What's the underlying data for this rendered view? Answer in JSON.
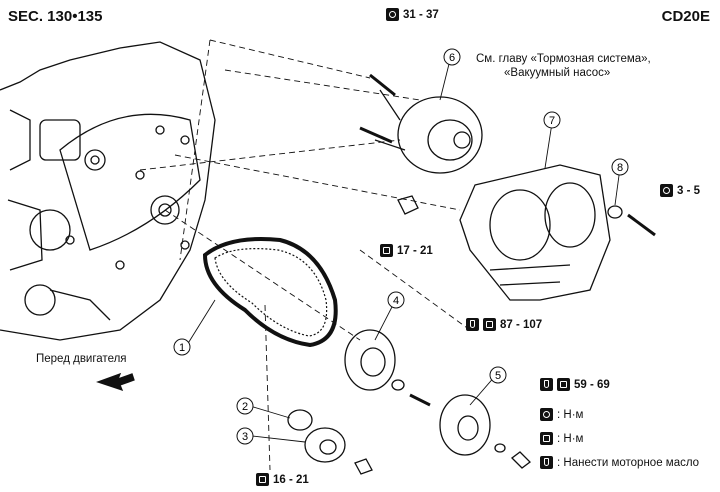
{
  "header": {
    "section": "SEC. 130•135",
    "engine_code": "CD20E"
  },
  "callouts": [
    "1",
    "2",
    "3",
    "4",
    "5",
    "6",
    "7",
    "8"
  ],
  "vacuum_note": {
    "line1": "См. главу «Тормозная система»,",
    "line2": "«Вакуумный насос»"
  },
  "front_label": "Перед двигателя",
  "torques": {
    "t_31_37": "31 - 37",
    "t_17_21": "17 - 21",
    "t_3_5": "3 - 5",
    "t_87_107": "87 - 107",
    "t_59_69": "59 - 69",
    "t_16_21": "16 - 21"
  },
  "legend": [
    {
      "icon": "torque-nm-icon",
      "text": ": Н·м"
    },
    {
      "icon": "torque-nm-alt-icon",
      "text": ": Н·м"
    },
    {
      "icon": "oil-can-icon",
      "text": ": Нанести моторное масло"
    }
  ]
}
